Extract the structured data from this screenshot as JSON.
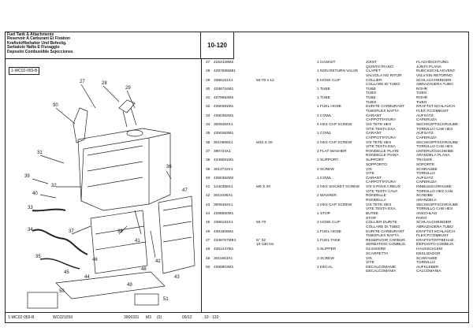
{
  "header": {
    "title_lines": [
      "Fuel Tank & Attachments",
      "Reservoir A Carburant Et Fixation",
      "Kraftstoffbehalter Und Befestig.",
      "Serbatoio Nafta E Fissaggio",
      "Deposito Combustible Sujecciones"
    ],
    "page_ref": "10-120"
  },
  "figure_ref": "1-WC02-059-B",
  "diagram": {
    "callouts": [
      "27",
      "28",
      "29",
      "30",
      "31",
      "32",
      "33",
      "34",
      "35",
      "36",
      "37",
      "38",
      "39",
      "40",
      "41",
      "42",
      "43",
      "44",
      "45",
      "46",
      "47",
      "48",
      "49",
      "50",
      "51"
    ]
  },
  "parts": [
    {
      "no": "27",
      "part": "4262429M2",
      "note": "",
      "qty": "1",
      "desc": "GASKET",
      "lang1": [
        "JOINT",
        "QUINTO PIANO"
      ],
      "lang2": [
        "FLACHDICHTUNG",
        "JUNTA PLANA"
      ]
    },
    {
      "no": "28",
      "part": "4297695M91",
      "note": "",
      "qty": "1",
      "desc": "NON RETURN VALVE",
      "lang1": [
        "CLAPET",
        "VALVOLA NO RITOR"
      ],
      "lang2": [
        "RUECKSCHLAGVENT.",
        "VALV.SIN RETORNO"
      ]
    },
    {
      "no": "29",
      "part": "3386181X1",
      "note": "50-70 x 12",
      "qty": "5",
      "desc": "HOSE CLIP",
      "lang1": [
        "COLLIER",
        "COLLARE DI TUBO"
      ],
      "lang2": [
        "SCHLAUCHBINDER",
        "ABRAZADERA TUBO"
      ]
    },
    {
      "no": "30",
      "part": "4288716M1",
      "note": "",
      "qty": "1",
      "desc": "TUBE",
      "lang1": [
        "TUBE",
        "TUBO"
      ],
      "lang2": [
        "ROHR",
        "TUBO"
      ]
    },
    {
      "no": "31",
      "part": "4279653M2",
      "note": "",
      "qty": "1",
      "desc": "TUBE",
      "lang1": [
        "TUBE",
        "TUBO"
      ],
      "lang2": [
        "ROHR",
        "TUBO"
      ]
    },
    {
      "no": "32",
      "part": "4350381M1",
      "note": "",
      "qty": "1",
      "desc": "FUEL HOSE",
      "lang1": [
        "DURITE CARBURANT",
        "TUBOFLEX NAFTA"
      ],
      "lang2": [
        "KRAFTST.SCHLAUCH",
        "FLEX P.COMBUST"
      ]
    },
    {
      "no": "33",
      "part": "4350382M1",
      "note": "",
      "qty": "1",
      "desc": "COWL",
      "lang1": [
        "GARANT",
        "CAPPOTTATURA"
      ],
      "lang2": [
        "AUFSATZ",
        "CAPERUZA"
      ]
    },
    {
      "no": "34",
      "part": "3009492X1",
      "note": "",
      "qty": "4",
      "desc": "HEX CAP SCREW",
      "lang1": [
        "VIS TETE HEX",
        "VITE TESTA ESA"
      ],
      "lang2": [
        "SECHKOPFSCHRAUBE",
        "TORNILLO CAB HEX"
      ]
    },
    {
      "no": "35",
      "part": "4350383M1",
      "note": "",
      "qty": "1",
      "desc": "COWL",
      "lang1": [
        "GARANT",
        "CAPPOTTATURA"
      ],
      "lang2": [
        "AUFSATZ",
        "CAPERUZA"
      ]
    },
    {
      "no": "36",
      "part": "3010969X1",
      "note": "M10 X 20",
      "qty": "2",
      "desc": "HEX CAP SCREW",
      "lang1": [
        "VIS TETE HEX",
        "VITE TESTA ESA"
      ],
      "lang2": [
        "SECHKOPFSCHRAUBE",
        "TORNILLO CAB HEX"
      ]
    },
    {
      "no": "37",
      "part": "390734X1",
      "note": "",
      "qty": "2",
      "desc": "FLAT WASHER",
      "lang1": [
        "RONDELLE PLATE",
        "RONDELLE PIANA"
      ],
      "lang2": [
        "UNTERLEGSCHEIBE",
        "ARANDELA PLANA"
      ]
    },
    {
      "no": "38",
      "part": "4348091M1",
      "note": "",
      "qty": "1",
      "desc": "SUPPORT",
      "lang1": [
        "SUPPORT",
        "SOPPORTO"
      ],
      "lang2": [
        "TRAGER",
        "SOPORTE"
      ]
    },
    {
      "no": "39",
      "part": "3014722X1",
      "note": "",
      "qty": "3",
      "desc": "SCREW",
      "lang1": [
        "VIS",
        "VITE"
      ],
      "lang2": [
        "SCHRAUBE",
        "TORNILLO"
      ]
    },
    {
      "no": "40",
      "part": "4350382M2",
      "note": "",
      "qty": "1",
      "desc": "COWL",
      "lang1": [
        "GARANT",
        "CAPPOTTATURA"
      ],
      "lang2": [
        "AUFSATZ",
        "CAPERUZA"
      ]
    },
    {
      "no": "41",
      "part": "1440358X1",
      "note": "M6 X 20",
      "qty": "2",
      "desc": "HEX SOCKET SCREW",
      "lang1": [
        "VIS 6 PANS CREUX",
        "VITE TESTA CAVA"
      ],
      "lang2": [
        "INNBUSSCHRAUBE",
        "TORNILLO HEX CAB"
      ]
    },
    {
      "no": "42",
      "part": "3011035X1",
      "note": "",
      "qty": "2",
      "desc": "WASHER",
      "lang1": [
        "RONDELLE",
        "RONDELLA"
      ],
      "lang2": [
        "SCHEIBE",
        "ARANDELA"
      ]
    },
    {
      "no": "43",
      "part": "3009492X1",
      "note": "",
      "qty": "2",
      "desc": "HEX CAP SCREW",
      "lang1": [
        "VIS TETE HEX",
        "VITE TESTA ESA"
      ],
      "lang2": [
        "SECHKOPFSCHRAUBE",
        "TORNILLO CAB HEX"
      ]
    },
    {
      "no": "44",
      "part": "4286650M1",
      "note": "",
      "qty": "1",
      "desc": "STOP",
      "lang1": [
        "BUTEE",
        "STOP"
      ],
      "lang2": [
        "ANSCHLAG",
        "PARO"
      ]
    },
    {
      "no": "45",
      "part": "3386181X1",
      "note": "50-70",
      "qty": "2",
      "desc": "HOSE CLIP",
      "lang1": [
        "COLLIER DURITE",
        "COLLARE DI TUBO"
      ],
      "lang2": [
        "SCHLAUCHBINDER",
        "ABRAZADERA TUBO"
      ]
    },
    {
      "no": "46",
      "part": "4351506M1",
      "note": "",
      "qty": "1",
      "desc": "FUEL HOSE",
      "lang1": [
        "DURITE CARBURANT",
        "TUBOFLEX NAFTA"
      ],
      "lang2": [
        "KRAFTST.SCHLAUCH",
        "FLEX P.COMBUST"
      ]
    },
    {
      "no": "47",
      "part": "4348757M94",
      "note": "N° 02",
      "note2": "10-130 No",
      "qty": "1",
      "desc": "FUEL TANK",
      "lang1": [
        "RESERVOIR CARBUR.",
        "SERBATOIO COMBUS."
      ],
      "lang2": [
        "KRAFTSTOFFBEHAE.",
        "DEPOSITO COMBUS."
      ]
    },
    {
      "no": "48",
      "part": "4351347M1",
      "note": "",
      "qty": "3",
      "desc": "SLIPPER",
      "lang1": [
        "GLISSIERE",
        "SCARPETTA"
      ],
      "lang2": [
        "HAUSSCHUHE",
        "DESLIZADOR"
      ]
    },
    {
      "no": "49",
      "part": "3011843X1",
      "note": "",
      "qty": "3",
      "desc": "SCREW",
      "lang1": [
        "VIS",
        "VITE"
      ],
      "lang2": [
        "SCHRAUBE",
        "TORNILLO"
      ]
    },
    {
      "no": "50",
      "part": "4355803M1",
      "note": "",
      "qty": "1",
      "desc": "DECAL",
      "lang1": [
        "DECALCOMANIE",
        "DECALCOMANIA"
      ],
      "lang2": [
        "AUFKLEBER",
        "CALCOMANIA"
      ]
    }
  ],
  "footer": {
    "fig": "1-WC02-059-B",
    "code": "WC021059",
    "doc": "3906331",
    "sect": "M3",
    "sect_no": "(0)",
    "date": "09/12",
    "page": "10 - 120"
  }
}
